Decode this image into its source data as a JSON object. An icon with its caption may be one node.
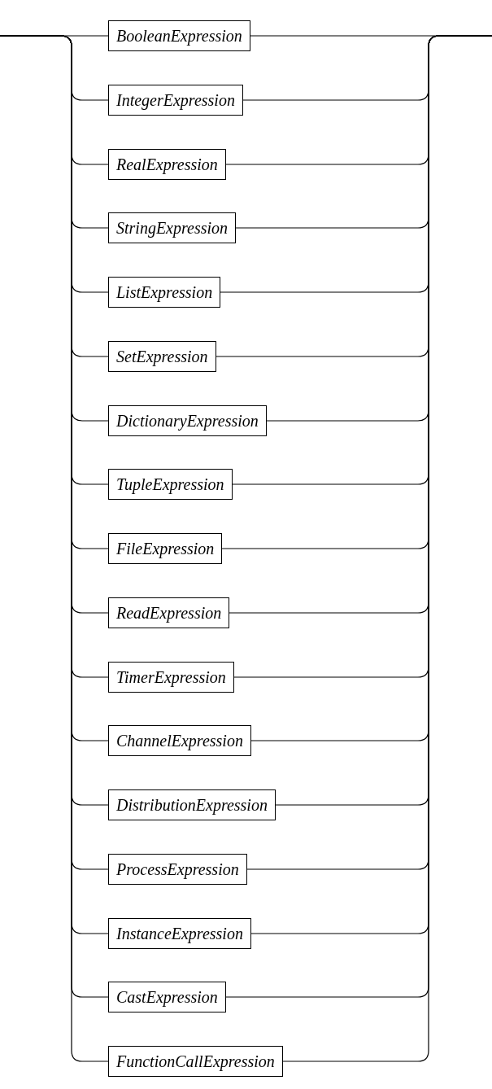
{
  "diagram": {
    "nodes": [
      {
        "text": [
          "BooleanExpression"
        ]
      },
      {
        "text": [
          "IntegerExpression"
        ]
      },
      {
        "text": [
          "RealExpression"
        ]
      },
      {
        "text": [
          "StringExpression"
        ]
      },
      {
        "text": [
          "ListExpression"
        ]
      },
      {
        "text": [
          "SetExpression"
        ]
      },
      {
        "text": [
          "DictionaryExpression"
        ]
      },
      {
        "text": [
          "TupleExpression"
        ]
      },
      {
        "text": [
          "FileExpression"
        ]
      },
      {
        "text": [
          "ReadExpression"
        ]
      },
      {
        "text": [
          "TimerExpression"
        ]
      },
      {
        "text": [
          "ChannelExpression"
        ]
      },
      {
        "text": [
          "DistributionExpression"
        ]
      },
      {
        "text": [
          "ProcessExpression"
        ]
      },
      {
        "text": [
          "InstanceExpression"
        ]
      },
      {
        "text": [
          "CastExpression"
        ]
      },
      {
        "text": [
          "FunctionCallExpression"
        ]
      }
    ],
    "edges": [
      {
        "from": null,
        "to": 0,
        "arrow": "none"
      },
      {
        "from": null,
        "to": 1,
        "arrow": "none"
      },
      {
        "from": null,
        "to": 2,
        "arrow": "none"
      },
      {
        "from": null,
        "to": 3,
        "arrow": "none"
      },
      {
        "from": null,
        "to": 4,
        "arrow": "none"
      },
      {
        "from": null,
        "to": 5,
        "arrow": "none"
      },
      {
        "from": null,
        "to": 6,
        "arrow": "none"
      },
      {
        "from": null,
        "to": 7,
        "arrow": "none"
      },
      {
        "from": null,
        "to": 8,
        "arrow": "none"
      },
      {
        "from": null,
        "to": 9,
        "arrow": "none"
      },
      {
        "from": null,
        "to": 10,
        "arrow": "none"
      },
      {
        "from": null,
        "to": 11,
        "arrow": "none"
      },
      {
        "from": null,
        "to": 12,
        "arrow": "none"
      },
      {
        "from": null,
        "to": 13,
        "arrow": "none"
      },
      {
        "from": null,
        "to": 14,
        "arrow": "none"
      },
      {
        "from": null,
        "to": 15,
        "arrow": "none"
      },
      {
        "from": null,
        "to": 16,
        "arrow": "none"
      },
      {
        "from": 0,
        "to": null,
        "arrow": "none"
      },
      {
        "from": 1,
        "to": null,
        "arrow": "none"
      },
      {
        "from": 2,
        "to": null,
        "arrow": "none"
      },
      {
        "from": 3,
        "to": null,
        "arrow": "none"
      },
      {
        "from": 4,
        "to": null,
        "arrow": "none"
      },
      {
        "from": 5,
        "to": null,
        "arrow": "none"
      },
      {
        "from": 6,
        "to": null,
        "arrow": "none"
      },
      {
        "from": 7,
        "to": null,
        "arrow": "none"
      },
      {
        "from": 8,
        "to": null,
        "arrow": "none"
      },
      {
        "from": 9,
        "to": null,
        "arrow": "none"
      },
      {
        "from": 10,
        "to": null,
        "arrow": "none"
      },
      {
        "from": 11,
        "to": null,
        "arrow": "none"
      },
      {
        "from": 12,
        "to": null,
        "arrow": "none"
      },
      {
        "from": 13,
        "to": null,
        "arrow": "none"
      },
      {
        "from": 14,
        "to": null,
        "arrow": "none"
      },
      {
        "from": 15,
        "to": null,
        "arrow": "none"
      },
      {
        "from": 16,
        "to": null,
        "arrow": "none"
      }
    ]
  }
}
